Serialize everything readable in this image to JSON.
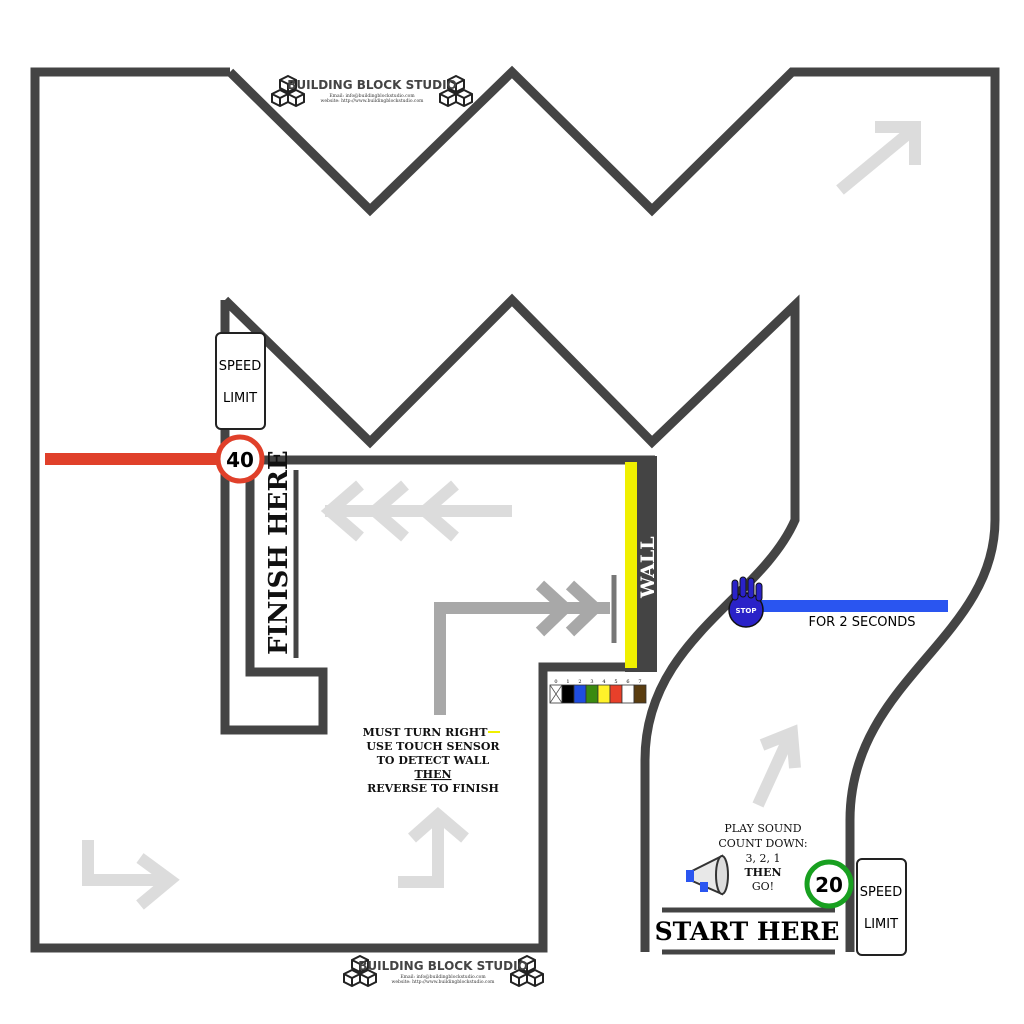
{
  "branding": {
    "name": "BUILDING BLOCK STUDIO",
    "email": "Email: info@buildingblockstudio.com",
    "website": "website: http://www.buildingblockstudio.com"
  },
  "signs": {
    "speed_limit_top": {
      "line1": "SPEED",
      "line2": "LIMIT",
      "value": "40"
    },
    "speed_limit_bottom": {
      "line1": "SPEED",
      "line2": "LIMIT",
      "value": "20"
    },
    "stop_label": "STOP",
    "stop_note": "FOR 2 SECONDS",
    "finish": "FINISH HERE",
    "start": "START HERE",
    "wall": "WALL",
    "instructions": [
      "MUST TURN RIGHT",
      "USE TOUCH SENSOR",
      "TO DETECT WALL",
      "THEN",
      "REVERSE TO FINISH"
    ],
    "sound": [
      "PLAY SOUND",
      "COUNT DOWN:",
      "3, 2, 1",
      "THEN",
      "GO!"
    ]
  },
  "color_key": {
    "indices": [
      "0",
      "1",
      "2",
      "3",
      "4",
      "5",
      "6",
      "7"
    ],
    "colors": [
      "#ffffff",
      "#000000",
      "#1f4de0",
      "#3a8a10",
      "#fff22a",
      "#e8402a",
      "#ffffff",
      "#5a3d10"
    ]
  },
  "colors": {
    "track": "#444444",
    "red_line": "#e0402a",
    "blue_line": "#2a55f0",
    "yellow": "#f0f000",
    "green": "#18a020",
    "arrow": "#dcdcdc"
  }
}
